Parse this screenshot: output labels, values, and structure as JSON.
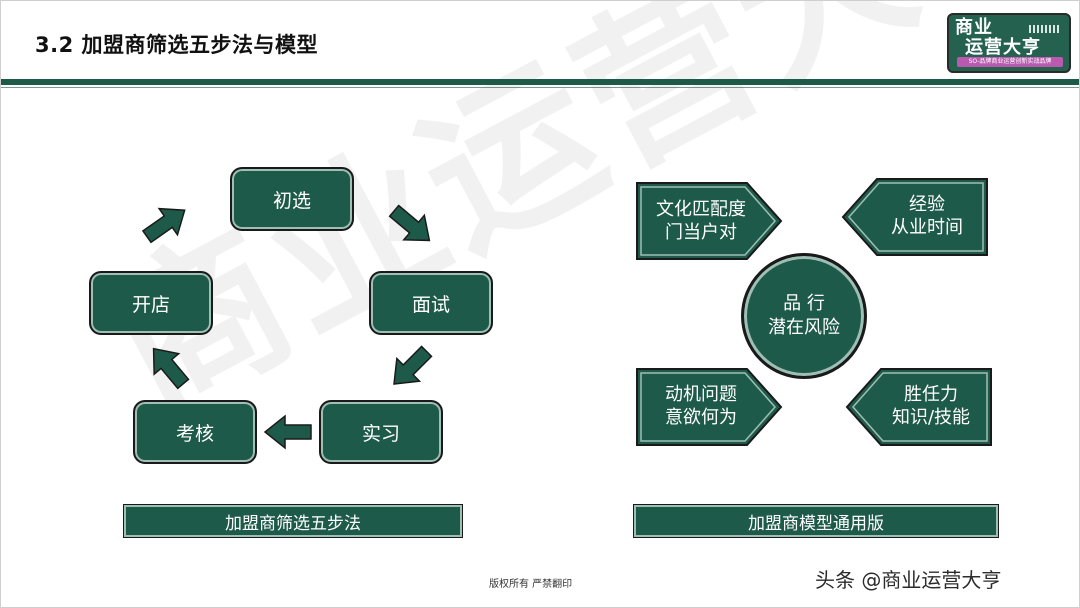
{
  "header": {
    "title": "3.2 加盟商筛选五步法与模型",
    "logo_line1": "商业",
    "logo_line2": "运营大亨",
    "logo_tagline": "SO-品牌商业运营创新实战品牌"
  },
  "watermark": "商业运营大亨",
  "process": {
    "steps": {
      "s1": "初选",
      "s2": "面试",
      "s3": "实习",
      "s4": "考核",
      "s5": "开店"
    },
    "caption": "加盟商筛选五步法"
  },
  "model": {
    "center_line1": "品 行",
    "center_line2": "潜在风险",
    "tl_line1": "文化匹配度",
    "tl_line2": "门当户对",
    "tr_line1": "经验",
    "tr_line2": "从业时间",
    "bl_line1": "动机问题",
    "bl_line2": "意欲何为",
    "br_line1": "胜任力",
    "br_line2": "知识/技能",
    "caption": "加盟商模型通用版"
  },
  "footer": {
    "copyright": "版权所有 严禁翻印",
    "credit": "头条 @商业运营大亨"
  },
  "colors": {
    "primary": "#1e5a4a",
    "inner_border": "#9fbfb5",
    "outline": "#1a1a1a"
  }
}
